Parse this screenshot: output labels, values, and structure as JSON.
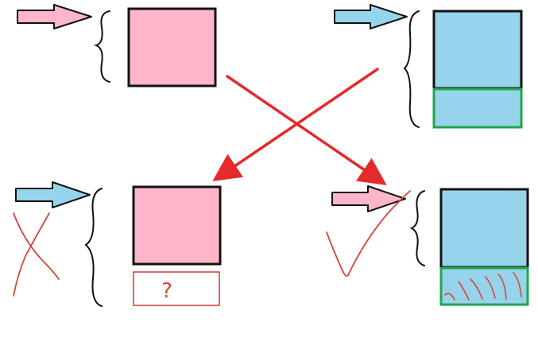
{
  "colors": {
    "pink_fill": "#ffb6c8",
    "blue_fill": "#96d4ec",
    "green_stroke": "#22a64a",
    "red_stroke": "#e42a2a",
    "red_hand": "#d8453b",
    "black": "#111111"
  },
  "icons": {
    "arrow": "block-arrow-right",
    "brace": "left-curly-brace",
    "cross_arrows": "crossed-red-arrows",
    "reject_mark": "hand-drawn-x",
    "accept_mark": "hand-drawn-checkmark"
  },
  "panels": {
    "top_left": {
      "block_color": "pink",
      "arrow_color": "pink"
    },
    "top_right": {
      "block_color": "blue",
      "arrow_color": "blue",
      "extra_block": "green-outlined-blue"
    },
    "bottom_left": {
      "block_color": "pink",
      "arrow_color": "blue",
      "extra_block": "red-outlined-question",
      "mark": "x"
    },
    "bottom_right": {
      "block_color": "blue",
      "arrow_color": "pink",
      "extra_block": "green-outlined-red-scribble",
      "mark": "check"
    }
  },
  "bottom_left_block_label": "?"
}
